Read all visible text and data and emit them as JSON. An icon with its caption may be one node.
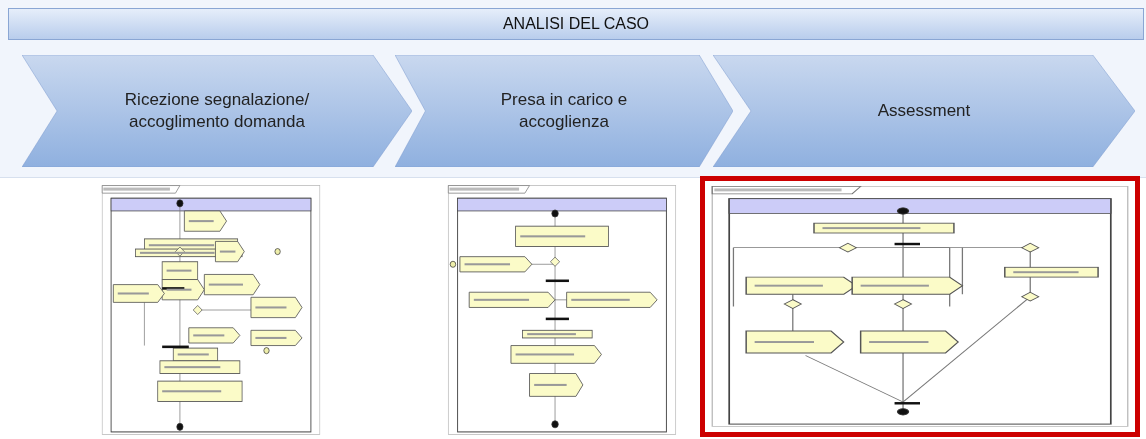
{
  "diagram": {
    "nodes": [
      {
        "text": [
          "ANALISI DEL CASO"
        ]
      },
      {
        "text": [
          "Ricezione segnalazione/ accoglimento domanda"
        ]
      },
      {
        "text": [
          "Presa in carico e accoglienza"
        ]
      },
      {
        "text": [
          "Assessment"
        ]
      },
      {
        "text": [],
        "shape": "picture"
      },
      {
        "text": [],
        "shape": "picture"
      },
      {
        "text": [],
        "shape": "picture"
      }
    ]
  }
}
